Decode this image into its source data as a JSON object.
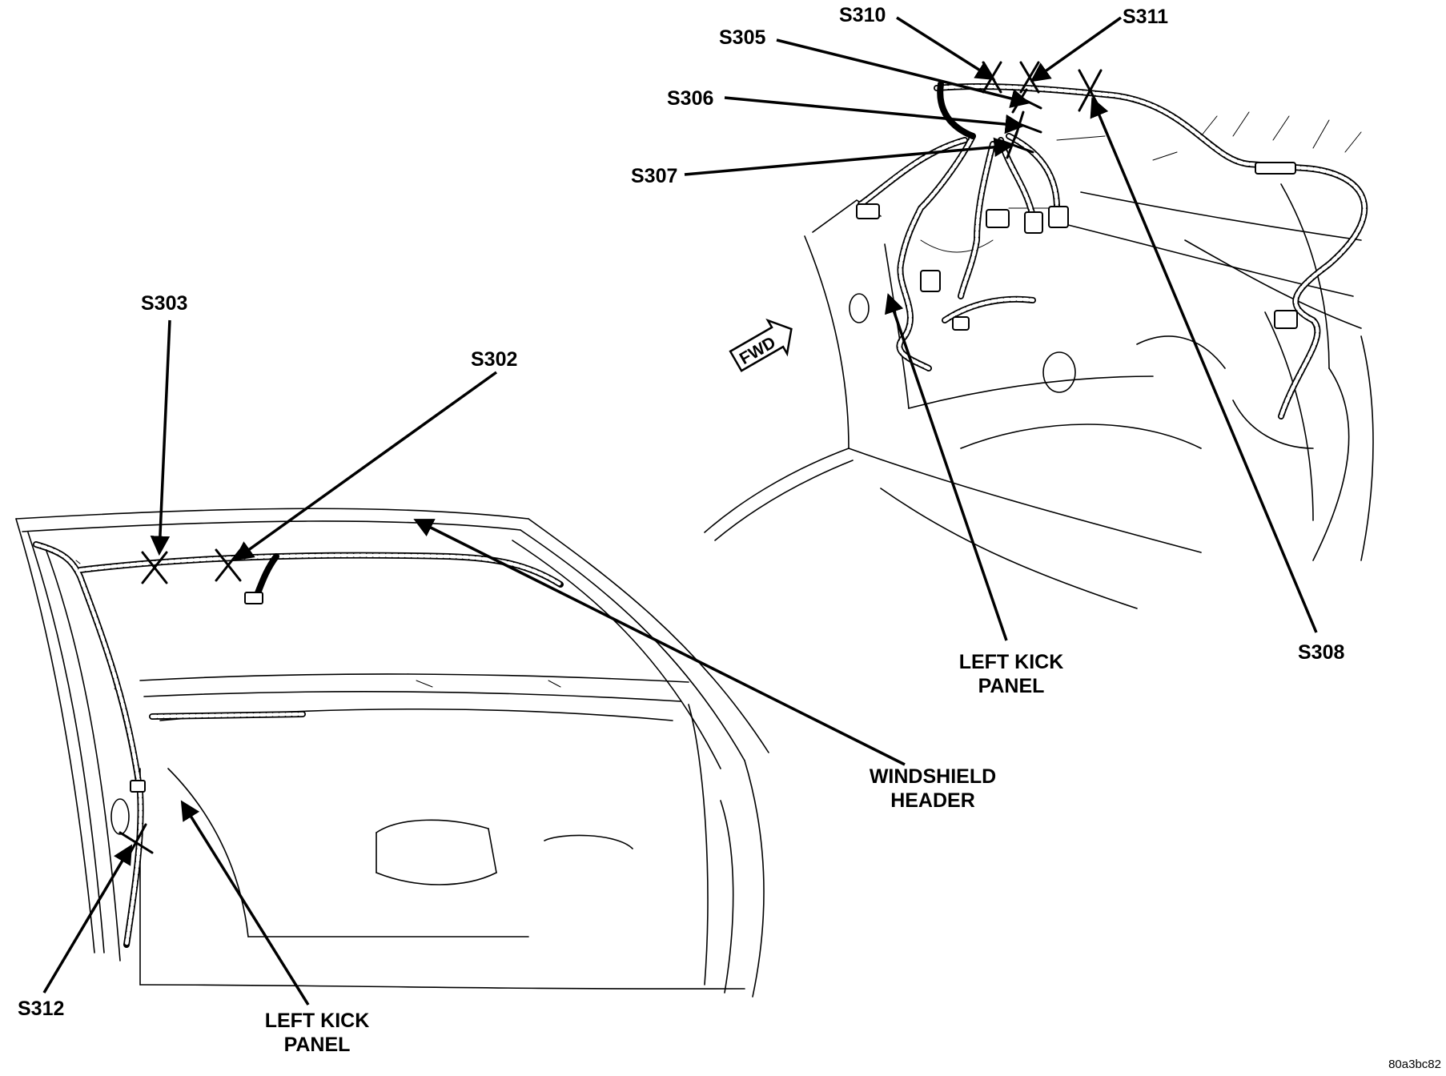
{
  "left_view": {
    "labels": {
      "s303": "S303",
      "s302": "S302",
      "s312": "S312",
      "left_kick_panel_line1": "LEFT KICK",
      "left_kick_panel_line2": "PANEL",
      "windshield_header_line1": "WINDSHIELD",
      "windshield_header_line2": "HEADER"
    }
  },
  "right_view": {
    "labels": {
      "s310": "S310",
      "s311": "S311",
      "s305": "S305",
      "s306": "S306",
      "s307": "S307",
      "s308": "S308",
      "left_kick_panel_line1": "LEFT KICK",
      "left_kick_panel_line2": "PANEL",
      "fwd": "FWD"
    }
  },
  "figure_code": "80a3bc82"
}
